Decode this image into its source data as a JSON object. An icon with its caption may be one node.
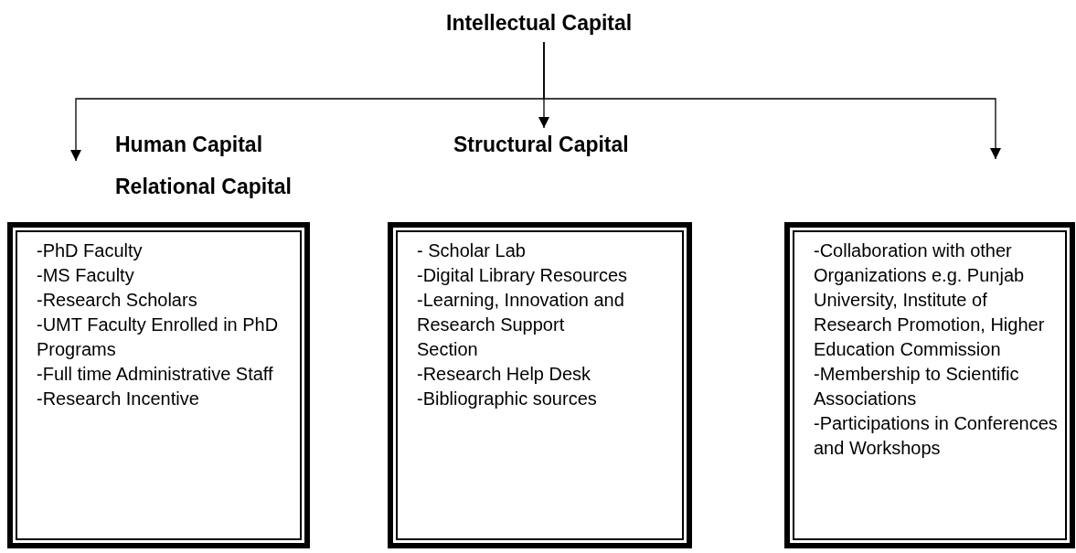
{
  "diagram": {
    "nodes": [
      {
        "text": [
          "Intellectual Capital"
        ]
      },
      {
        "text": [
          "Human Capital"
        ]
      },
      {
        "text": [
          "Structural Capital"
        ]
      },
      {
        "text": [
          "Relational Capital"
        ]
      },
      {
        "text": [
          "-PhD Faculty",
          "-MS Faculty",
          "-Research Scholars",
          "-UMT Faculty Enrolled in PhD Programs",
          "-Full time Administrative Staff",
          "-Research Incentive"
        ]
      },
      {
        "text": [
          "- Scholar Lab",
          "-Digital Library Resources",
          "-Learning, Innovation and Research Support Section",
          "-Research Help Desk",
          "-Bibliographic sources"
        ]
      },
      {
        "text": [
          "-Collaboration with other Organizations e.g. Punjab University, Institute of Research Promotion, Higher Education Commission",
          "-Membership to Scientific Associations",
          "-Participations in Conferences and Workshops"
        ]
      }
    ],
    "edges": [
      {
        "from": 0,
        "to": null,
        "arrow": "to"
      },
      {
        "from": 0,
        "to": 2,
        "arrow": "to"
      },
      {
        "from": 0,
        "to": null,
        "arrow": "to"
      }
    ]
  }
}
